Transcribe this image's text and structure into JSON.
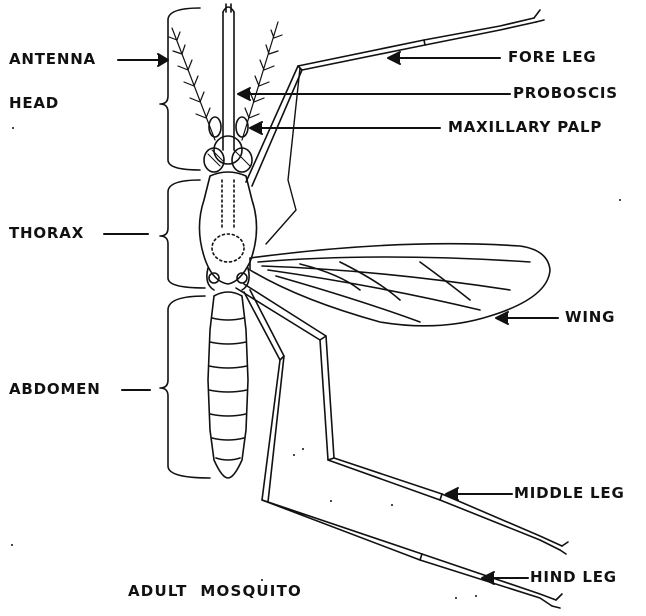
{
  "labels": {
    "antenna": "ANTENNA",
    "head": "HEAD",
    "thorax": "THORAX",
    "abdomen": "ABDOMEN",
    "fore_leg": "FORE LEG",
    "proboscis": "PROBOSCIS",
    "maxillary_palp": "MAXILLARY PALP",
    "wing": "WING",
    "middle_leg": "MIDDLE LEG",
    "hind_leg": "HIND LEG"
  },
  "caption": "ADULT  MOSQUITO",
  "colors": {
    "ink": "#111111",
    "background": "#ffffff"
  }
}
